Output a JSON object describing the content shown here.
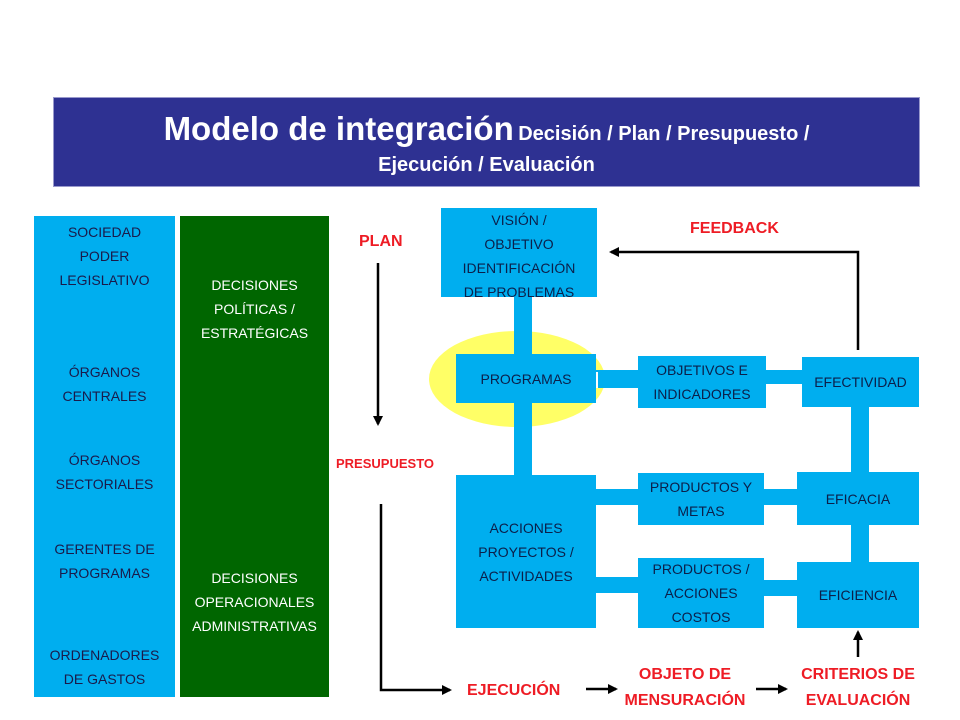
{
  "title": {
    "main": "Modelo de integración",
    "sub_line1": "Decisión / Plan / Presupuesto /",
    "sub_line2": "Ejecución / Evaluación"
  },
  "society_column": {
    "top_block": [
      "SOCIEDAD",
      "PODER",
      "LEGISLATIVO"
    ],
    "organos_centrales": [
      "ÓRGANOS",
      "CENTRALES"
    ],
    "organos_sectoriales": [
      "ÓRGANOS",
      "SECTORIALES"
    ],
    "gerentes": [
      "GERENTES DE",
      "PROGRAMAS"
    ],
    "ordenadores": [
      "ORDENADORES",
      "DE GASTOS"
    ]
  },
  "decisions_column": {
    "politicas": [
      "DECISIONES",
      "POLÍTICAS /",
      "ESTRATÉGICAS"
    ],
    "operacionales": [
      "DECISIONES",
      "OPERACIONALES",
      "ADMINISTRATIVAS"
    ]
  },
  "flow_labels": {
    "plan": "PLAN",
    "presupuesto": "PRESUPUESTO",
    "ejecucion": "EJECUCIÓN",
    "feedback": "FEEDBACK",
    "objeto_mensuracion": [
      "OBJETO DE",
      "MENSURACIÓN"
    ],
    "criterios_evaluacion": [
      "CRITERIOS DE",
      "EVALUACIÓN"
    ]
  },
  "boxes": {
    "vision": [
      "VISIÓN /",
      "OBJETIVO",
      "IDENTIFICACIÓN",
      "DE PROBLEMAS"
    ],
    "programas": "PROGRAMAS",
    "acciones": [
      "ACCIONES",
      "PROYECTOS /",
      "ACTIVIDADES"
    ],
    "objetivos": [
      "OBJETIVOS E",
      "INDICADORES"
    ],
    "productos_metas": [
      "PRODUCTOS Y",
      "METAS"
    ],
    "productos_acciones": [
      "PRODUCTOS /",
      "ACCIONES",
      "COSTOS"
    ],
    "efectividad": "EFECTIVIDAD",
    "eficacia": "EFICACIA",
    "eficiencia": "EFICIENCIA"
  },
  "colors": {
    "title_bg": "#2E3192",
    "cyan": "#00AEEF",
    "dark_green": "#006600",
    "highlight_yellow": "#FFFF66",
    "accent_red": "#EE1C25"
  }
}
